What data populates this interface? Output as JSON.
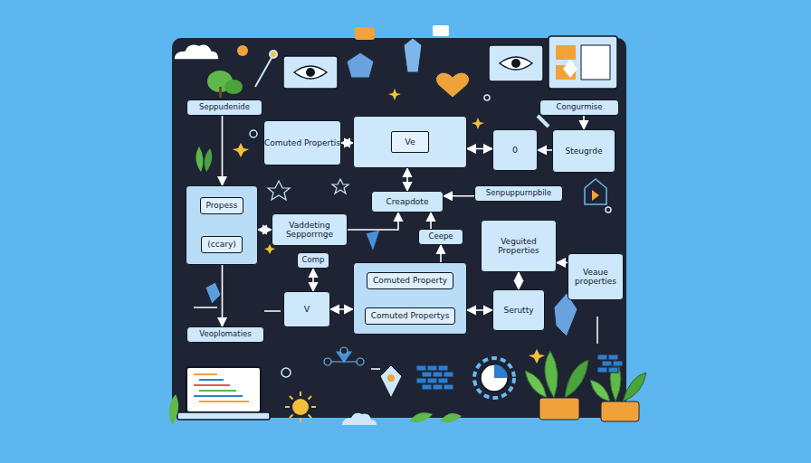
{
  "diagram": {
    "nodes": [
      {
        "text": [
          "Seppudenide"
        ]
      },
      {
        "text": [
          "Congurmise"
        ]
      },
      {
        "text": [
          "Comuted Propertis"
        ]
      },
      {
        "text": [
          "Ve"
        ]
      },
      {
        "text": [
          "0"
        ]
      },
      {
        "text": [
          "Steugrde"
        ]
      },
      {
        "text": [
          "Propess",
          "(ccary)"
        ]
      },
      {
        "text": [
          "Creapdote"
        ]
      },
      {
        "text": [
          "Senpuppurnpbile"
        ]
      },
      {
        "text": [
          "Vaddeting Sepporrnge"
        ]
      },
      {
        "text": [
          "Ceepe"
        ]
      },
      {
        "text": [
          "Veguited Properties"
        ]
      },
      {
        "text": [
          "Comp"
        ]
      },
      {
        "text": [
          "Veaue properties"
        ]
      },
      {
        "text": [
          "Comuted Property",
          "Comuted Propertys"
        ]
      },
      {
        "text": [
          "V"
        ]
      },
      {
        "text": [
          "Serutty"
        ]
      },
      {
        "text": [
          "Veoplomaties"
        ]
      }
    ],
    "edges": [
      {
        "from": 2,
        "to": 3,
        "arrow": "both"
      },
      {
        "from": 3,
        "to": 4,
        "arrow": "both"
      },
      {
        "from": 5,
        "to": 4,
        "arrow": "to"
      },
      {
        "from": 3,
        "to": 7,
        "arrow": "both"
      },
      {
        "from": 8,
        "to": 7,
        "arrow": "to"
      },
      {
        "from": 6,
        "to": 9,
        "arrow": "both"
      },
      {
        "from": 9,
        "to": 7,
        "arrow": "to"
      },
      {
        "from": 10,
        "to": 7,
        "arrow": "to"
      },
      {
        "from": 12,
        "to": 15,
        "arrow": "both"
      },
      {
        "from": 15,
        "to": 14,
        "arrow": "both"
      },
      {
        "from": 14,
        "to": 16,
        "arrow": "both"
      },
      {
        "from": 16,
        "to": 11,
        "arrow": "both"
      },
      {
        "from": 13,
        "to": 11,
        "arrow": "to"
      },
      {
        "from": 14,
        "to": 10,
        "arrow": "to"
      },
      {
        "from": 0,
        "to": 6,
        "arrow": "to"
      },
      {
        "from": 1,
        "to": 5,
        "arrow": "to"
      },
      {
        "from": 6,
        "to": 17,
        "arrow": "to"
      }
    ]
  }
}
